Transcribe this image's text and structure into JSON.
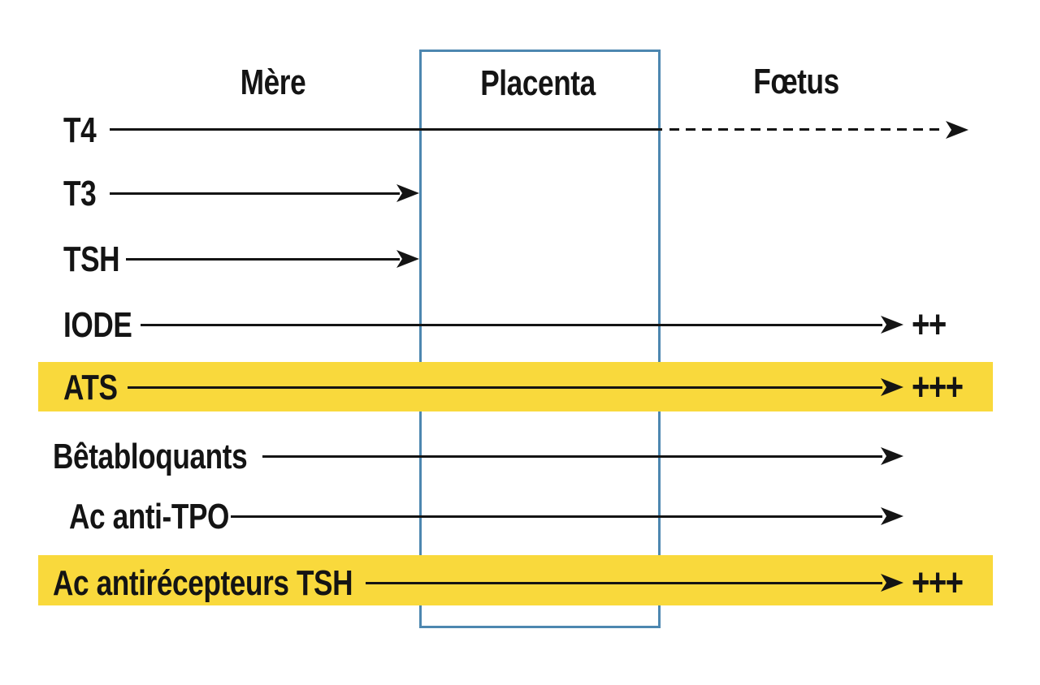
{
  "columns": [
    {
      "id": "mother",
      "label": "Mère"
    },
    {
      "id": "placenta",
      "label": "Placenta"
    },
    {
      "id": "fetus",
      "label": "Fœtus"
    }
  ],
  "rows": [
    {
      "label": "T4",
      "suffix": "",
      "highlighted": false,
      "arrow": "solid through placenta then dashed into fetus"
    },
    {
      "label": "T3",
      "suffix": "",
      "highlighted": false,
      "arrow": "stops at placenta"
    },
    {
      "label": "TSH",
      "suffix": "",
      "highlighted": false,
      "arrow": "stops at placenta"
    },
    {
      "label": "IODE",
      "suffix": "++",
      "highlighted": false,
      "arrow": "crosses placenta into fetus"
    },
    {
      "label": "ATS",
      "suffix": "+++",
      "highlighted": true,
      "arrow": "crosses placenta into fetus"
    },
    {
      "label": "Bêtabloquants",
      "suffix": "",
      "highlighted": false,
      "arrow": "crosses placenta into fetus"
    },
    {
      "label": "Ac anti-TPO",
      "suffix": "",
      "highlighted": false,
      "arrow": "crosses placenta into fetus"
    },
    {
      "label": "Ac antirécepteurs TSH",
      "suffix": "+++",
      "highlighted": true,
      "arrow": "crosses placenta into fetus"
    }
  ],
  "colors": {
    "highlight": "#f9d93c",
    "border": "#4d87b0",
    "ink": "#141414"
  }
}
